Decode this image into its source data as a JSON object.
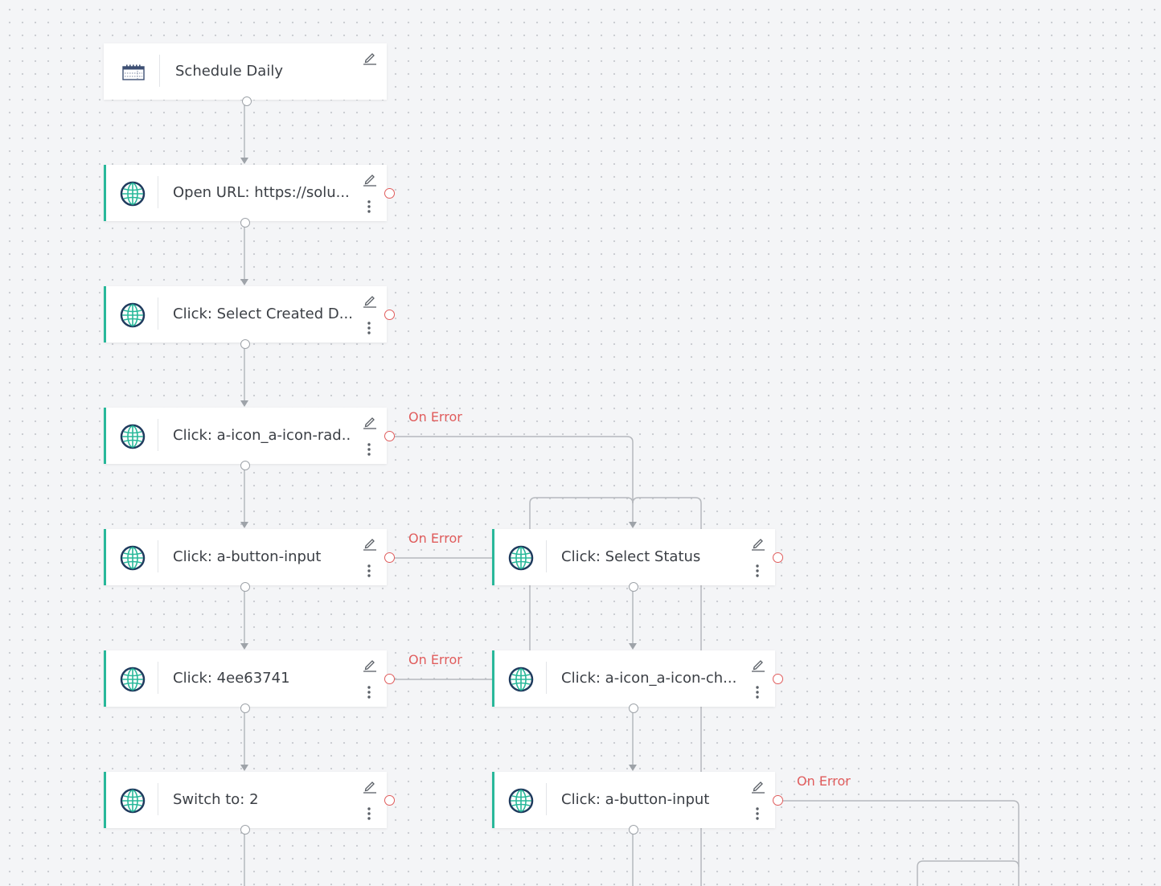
{
  "colors": {
    "accent": "#29b89a",
    "error": "#e05c5c",
    "edge": "#b5b8bd",
    "text": "#3b3f45"
  },
  "error_label": "On Error",
  "nodes": {
    "schedule": {
      "label": "Schedule Daily",
      "icon": "calendar-icon"
    },
    "open_url": {
      "label": "Open URL: https://solu...",
      "icon": "globe-icon"
    },
    "click_select_created": {
      "label": "Click: Select Created D...",
      "icon": "globe-icon"
    },
    "click_icon_rad": {
      "label": "Click: a-icon_a-icon-rad...",
      "icon": "globe-icon"
    },
    "click_button_input_1": {
      "label": "Click: a-button-input",
      "icon": "globe-icon"
    },
    "click_4ee": {
      "label": "Click: 4ee63741",
      "icon": "globe-icon"
    },
    "switch_to": {
      "label": "Switch to: 2",
      "icon": "globe-icon"
    },
    "click_select_status": {
      "label": "Click: Select Status",
      "icon": "globe-icon"
    },
    "click_icon_ch": {
      "label": "Click: a-icon_a-icon-ch...",
      "icon": "globe-icon"
    },
    "click_button_input_2": {
      "label": "Click: a-button-input",
      "icon": "globe-icon"
    }
  }
}
